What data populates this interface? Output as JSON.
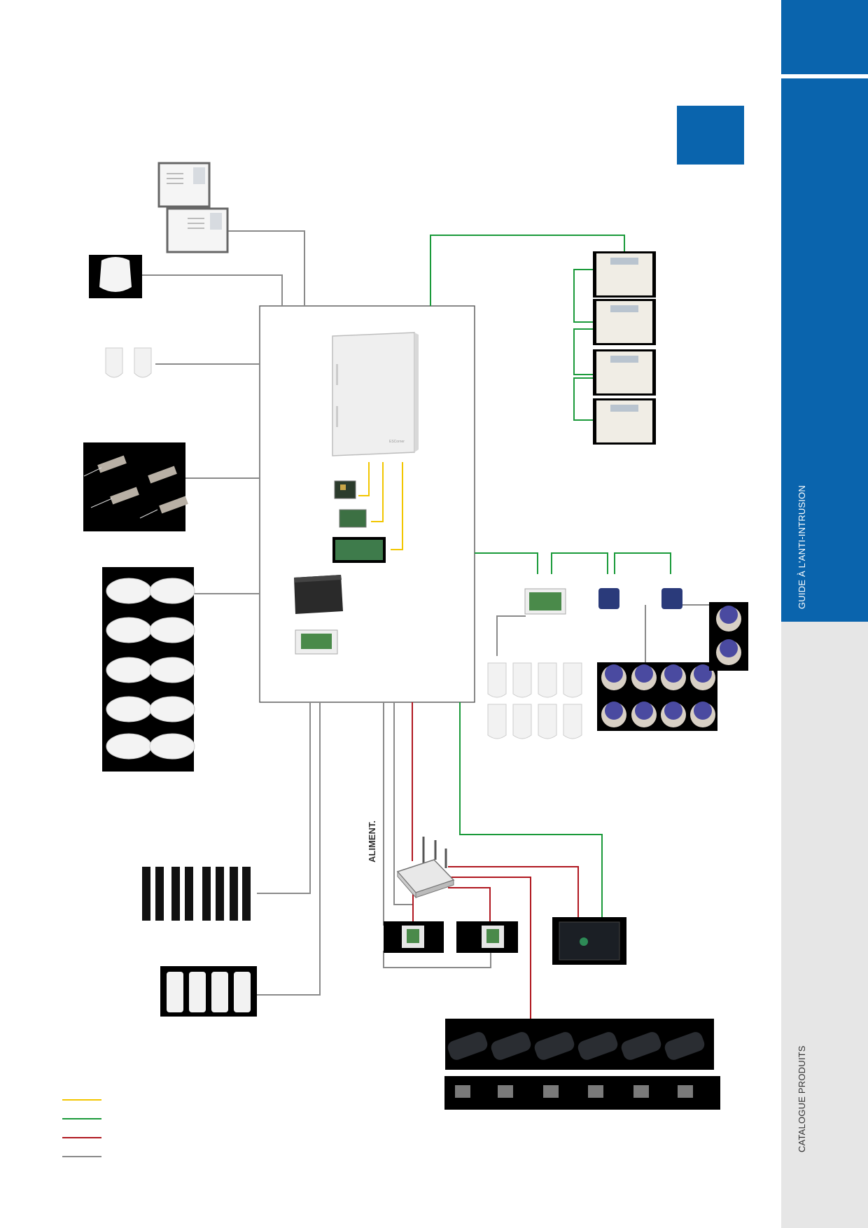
{
  "sidebar": {
    "guide_label": "GUIDE À L'ANTI-INTRUSION",
    "catalogue_label": "CATALOGUE PRODUITS",
    "accent_color": "#0a64ad",
    "footer_bg": "#e6e6e6"
  },
  "diagram": {
    "supply_label": "ALIMENT.",
    "panel_brand": "ESCorner",
    "wire_colors": {
      "yellow": "#f2c600",
      "green": "#1a9a3a",
      "red": "#b0171f",
      "gray": "#8a8a8a"
    },
    "legend": [
      {
        "color": "#f2c600"
      },
      {
        "color": "#1a9a3a"
      },
      {
        "color": "#b0171f"
      },
      {
        "color": "#8a8a8a"
      }
    ]
  }
}
